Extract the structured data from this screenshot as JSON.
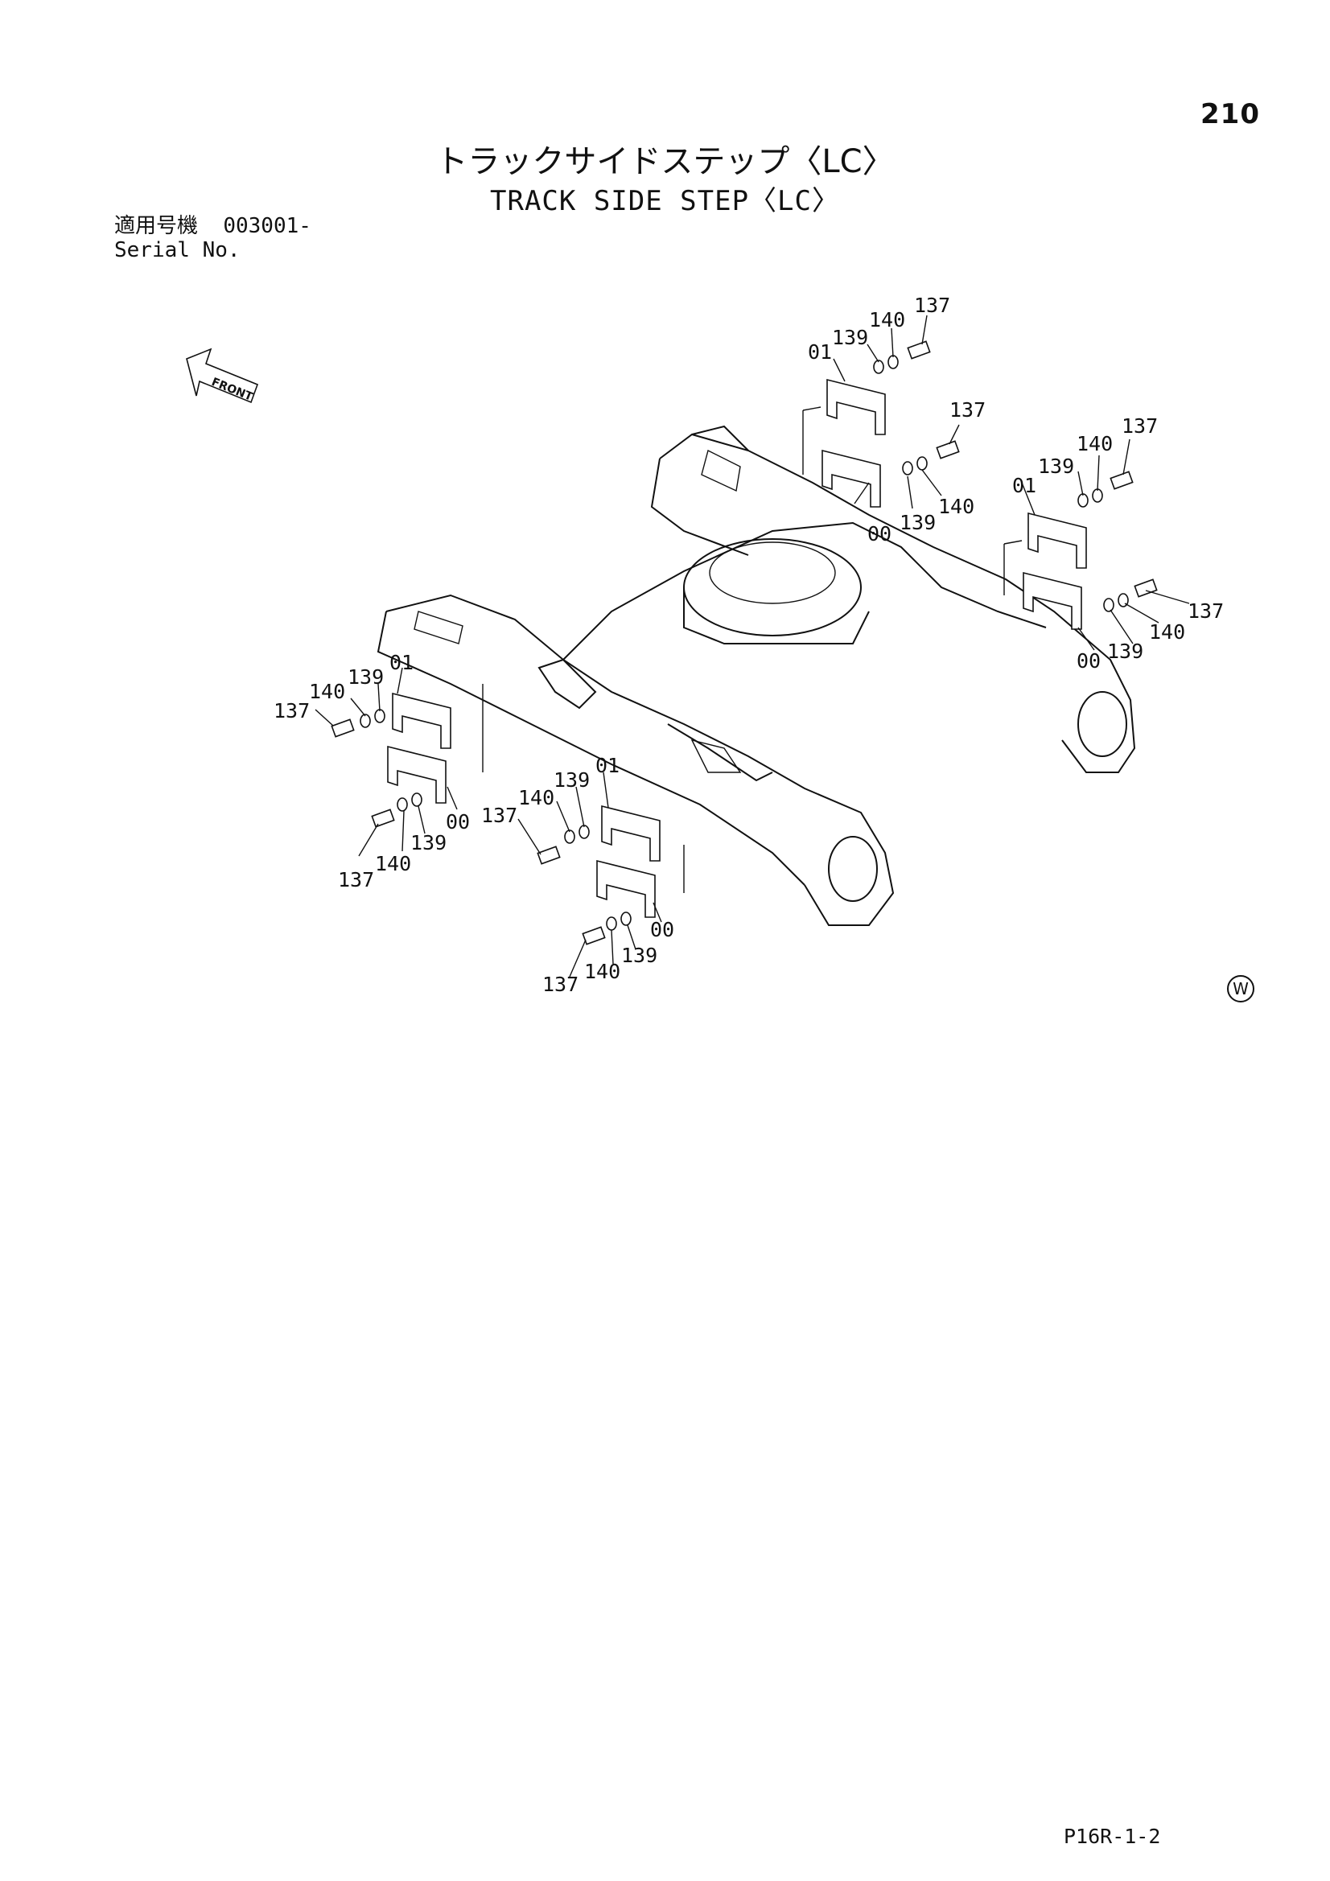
{
  "page": {
    "number": "210",
    "title_jp": "トラックサイドステップ〈LC〉",
    "title_en": "TRACK SIDE STEP〈LC〉",
    "serial_label_jp": "適用号機",
    "serial_value": "003001-",
    "serial_label_en": "Serial No.",
    "figure_code": "P16R-1-2",
    "corner_marker": "W"
  },
  "diagram": {
    "front_arrow_label": "FRONT",
    "callouts": {
      "c01_a": "01",
      "c139_a": "139",
      "c140_a": "140",
      "c137_a": "137",
      "c137_b": "137",
      "c00_b": "00",
      "c139_b": "139",
      "c140_b": "140",
      "c01_c": "01",
      "c139_c": "139",
      "c140_c": "140",
      "c137_c": "137",
      "c137_d": "137",
      "c00_d": "00",
      "c139_d": "139",
      "c140_d": "140",
      "c137_e": "137",
      "c140_e": "140",
      "c139_e": "139",
      "c01_e": "01",
      "c137_f": "137",
      "c140_f": "140",
      "c139_f": "139",
      "c00_f": "00",
      "c139_g": "139",
      "c01_g": "01",
      "c137_g": "137",
      "c140_g": "140",
      "c137_h": "137",
      "c140_h": "140",
      "c139_h": "139",
      "c00_h": "00"
    }
  }
}
